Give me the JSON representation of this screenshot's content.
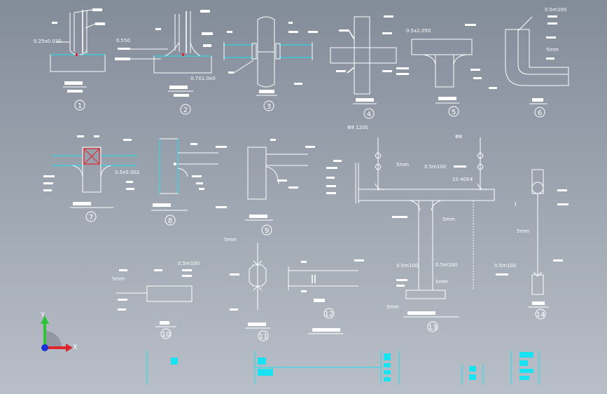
{
  "details": {
    "d1": {
      "num": "1",
      "l1": "0.25x0.030"
    },
    "d2": {
      "num": "2",
      "l1": "0.550",
      "l2": "0.7X1.0x0"
    },
    "d3": {
      "num": "3"
    },
    "d4": {
      "num": "4"
    },
    "d5": {
      "num": "5",
      "l1": "0.5x2.050"
    },
    "d6": {
      "num": "6",
      "l1": "0.5m100",
      "l2": "5mm"
    },
    "d7": {
      "num": "7",
      "l1": "0.5x0.002"
    },
    "d8": {
      "num": "8"
    },
    "d9": {
      "num": "9"
    },
    "d10": {
      "num": "10",
      "l1": "0.5m100",
      "l2": "5mm"
    },
    "d11": {
      "num": "11",
      "l1": "5mm"
    },
    "d12": {
      "num": "12"
    },
    "d13": {
      "num": "13",
      "l1": "Φ8 1200",
      "l2": "5mm",
      "l3": "0.5m100",
      "l4": "Φ8",
      "l5": "5mm",
      "l6": "0.5m100",
      "l7": "0.5m100",
      "l8": "5mm",
      "l9": "5mm",
      "l10": "10 40X4"
    },
    "d14": {
      "num": "14",
      "l1": "5mm",
      "l2": "0.5m100",
      "l3": "1"
    }
  },
  "axes": {
    "x": "X",
    "y": "Y"
  },
  "colors": {
    "background_top": "#838c99",
    "background_bottom": "#b9bfc8",
    "accent": "#19e3f2",
    "line": "#ffffff",
    "axis_x": "#e0242e",
    "axis_y": "#2ec43a",
    "axis_origin": "#1a33d6"
  }
}
